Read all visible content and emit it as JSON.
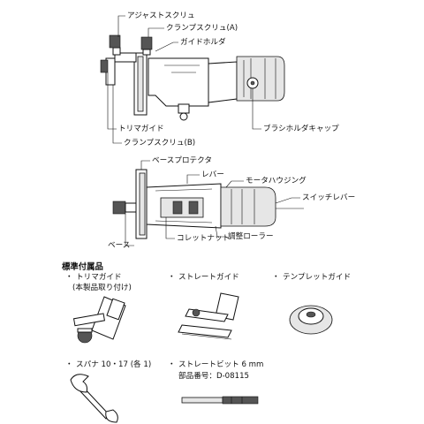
{
  "diagram": {
    "top_labels": {
      "adjust_screw": "アジャストスクリュ",
      "clamp_screw_a": "クランプスクリュ(A)",
      "guide_holder": "ガイドホルダ",
      "trim_guide": "トリマガイド",
      "brush_holder_cap": "ブラシホルダキャップ",
      "clamp_screw_b": "クランプスクリュ(B)"
    },
    "mid_labels": {
      "base_protector": "ベースプロテクタ",
      "lever": "レバー",
      "motor_housing": "モータハウジング",
      "switch_lever": "スイッチレバー",
      "base": "ベース",
      "collet_nut": "コレットナット",
      "adjust_roller": "調整ローラー"
    },
    "accessories": {
      "heading": "標準付属品",
      "trim_guide": "トリマガイド",
      "trim_guide_note": "(本製品取り付け)",
      "straight_guide": "ストレートガイド",
      "template_guide": "テンプレットガイド",
      "spanner": "スパナ 10・17 (各 1)",
      "straight_bit": "ストレートビット 6 mm",
      "part_number": "部品番号：D-08115",
      "bullet": "・"
    }
  }
}
